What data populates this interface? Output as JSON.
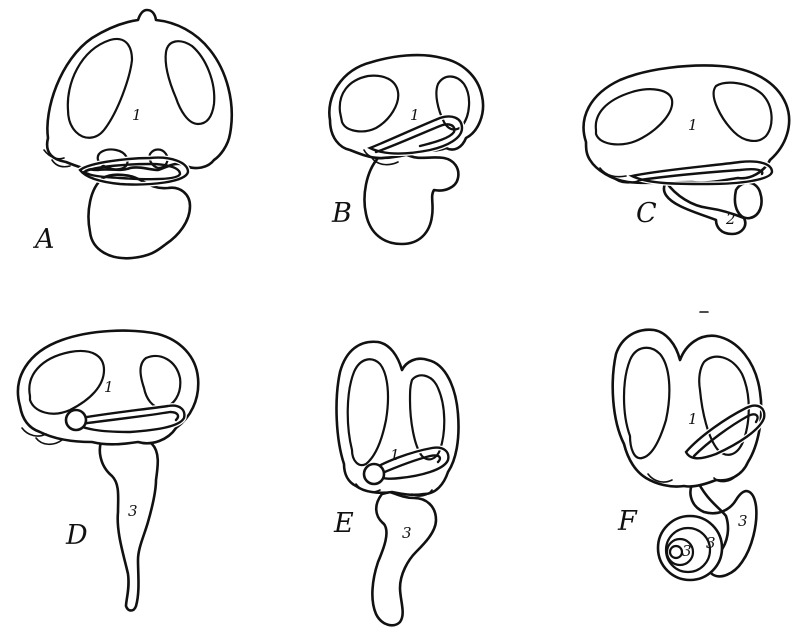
{
  "panels": {
    "a": {
      "letter": "A",
      "labels": [
        "1"
      ]
    },
    "b": {
      "letter": "B",
      "labels": [
        "1"
      ]
    },
    "c": {
      "letter": "C",
      "labels": [
        "1",
        "2"
      ]
    },
    "d": {
      "letter": "D",
      "labels": [
        "1",
        "3"
      ]
    },
    "e": {
      "letter": "E",
      "labels": [
        "1",
        "3"
      ]
    },
    "f": {
      "letter": "F",
      "labels": [
        "1",
        "3",
        "3",
        "3"
      ]
    }
  },
  "colors": {
    "ink": "#111111",
    "paper": "#ffffff"
  }
}
